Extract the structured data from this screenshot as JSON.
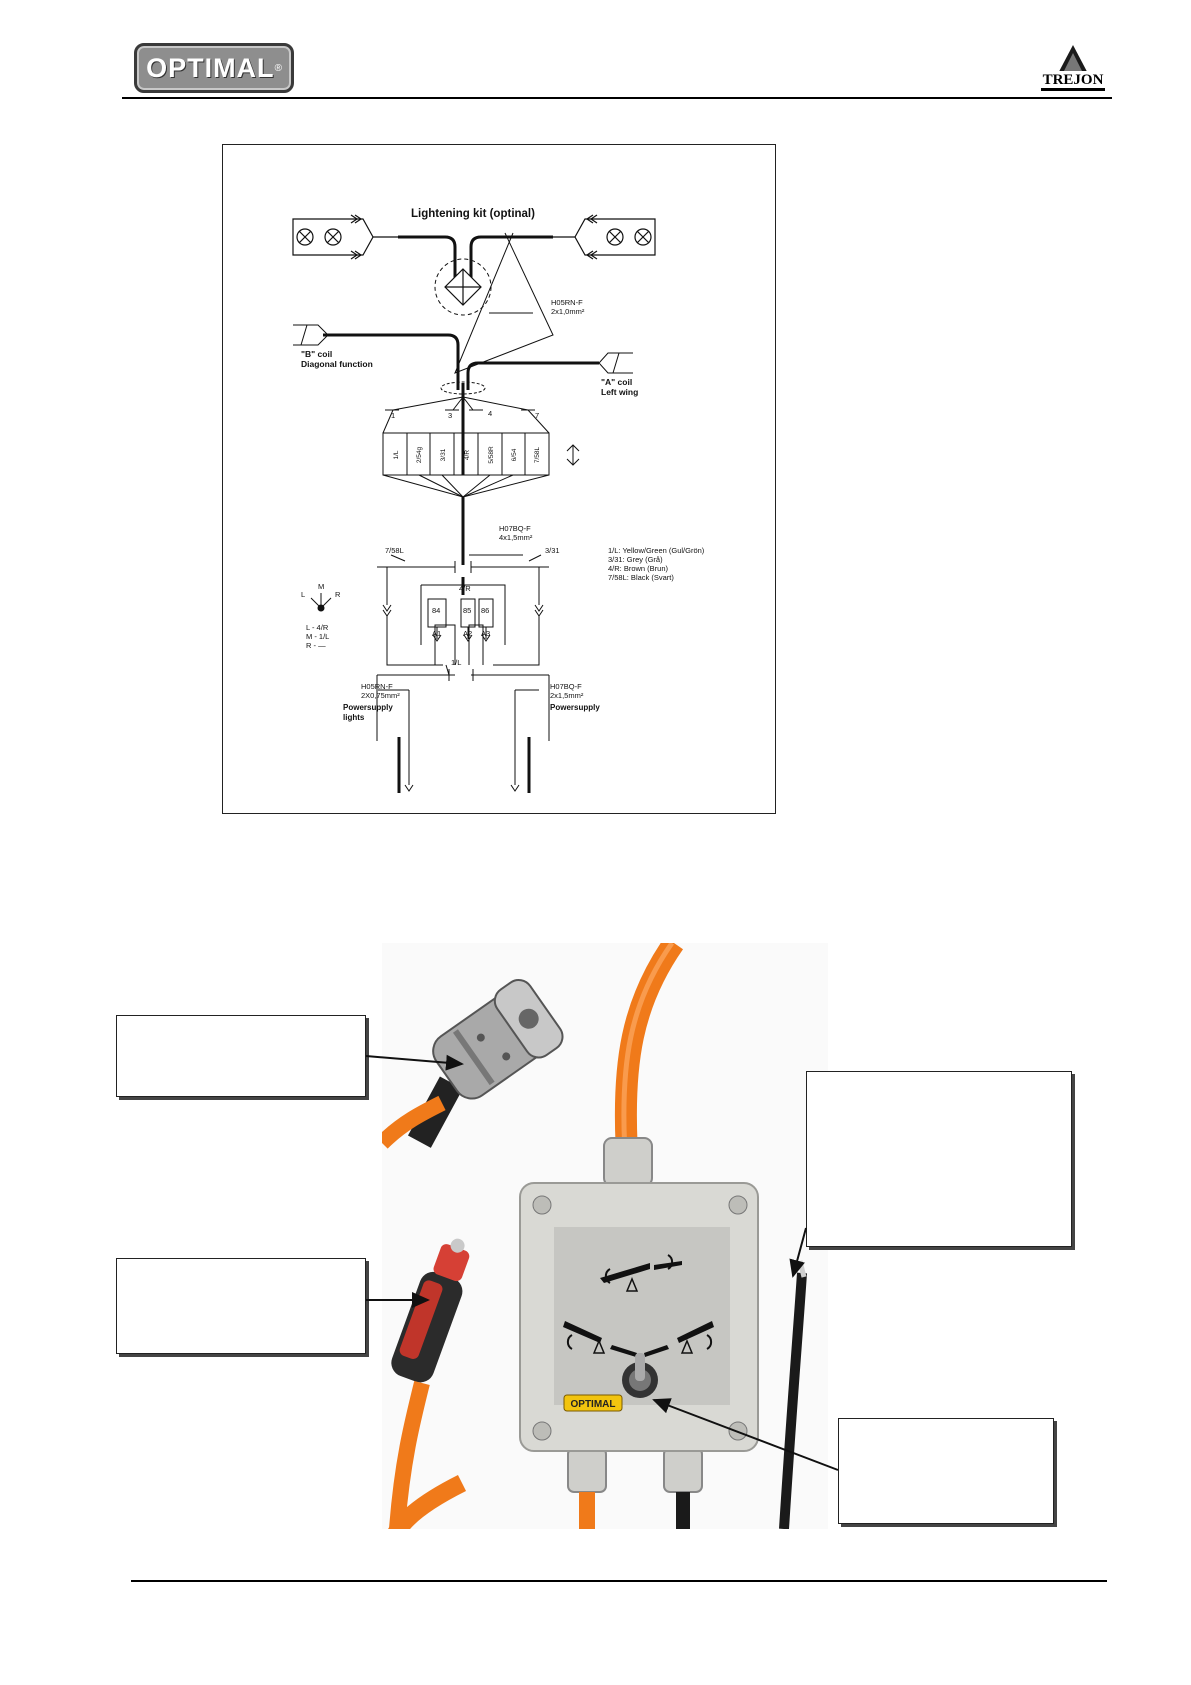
{
  "header": {
    "brand_logo_text": "OPTIMAL",
    "brand_logo_mark": "®",
    "partner_logo_text": "TREJON"
  },
  "diagram": {
    "title": "Lightening kit (optinal)",
    "cable_top": [
      "H05RN-F",
      "2x1,0mm²"
    ],
    "b_coil": [
      "\"B\" coil",
      "Diagonal function"
    ],
    "a_coil": [
      "\"A\" coil",
      "Left wing"
    ],
    "terminal_numbers": [
      "1",
      "3",
      "4",
      "7"
    ],
    "terminals": [
      "1/L",
      "2/54g",
      "3/31",
      "4/R",
      "5/58R",
      "6/54",
      "7/58L"
    ],
    "cable_mid": [
      "H07BQ-F",
      "4x1,5mm²"
    ],
    "legend": [
      "1/L: Yellow/Green (Gul/Grön)",
      "3/31: Grey (Grå)",
      "4/R: Brown (Brun)",
      "7/58L: Black (Svart)"
    ],
    "switch_wires": {
      "left": "7/58L",
      "right": "3/31",
      "mid": "4/R",
      "bottom": "1/L"
    },
    "relay_pins": [
      "84",
      "85",
      "86",
      "A1",
      "A2",
      "A3"
    ],
    "switch_diagram": {
      "l": "L",
      "m": "M",
      "r": "R",
      "key": [
        "L - 4/R",
        "M - 1/L",
        "R - —"
      ]
    },
    "cable_bottom_left": [
      "H05RN-F",
      "2X0,75mm²",
      "Powersupply",
      "lights"
    ],
    "cable_bottom_right": [
      "H07BQ-F",
      "2x1,5mm²",
      "Powersupply"
    ]
  },
  "photo": {
    "label_sticker": "OPTIMAL"
  },
  "colors": {
    "cable_orange": "#f07a1a",
    "box_grey": "#d9d9d4",
    "logo_grey": "#8e8e8e"
  }
}
